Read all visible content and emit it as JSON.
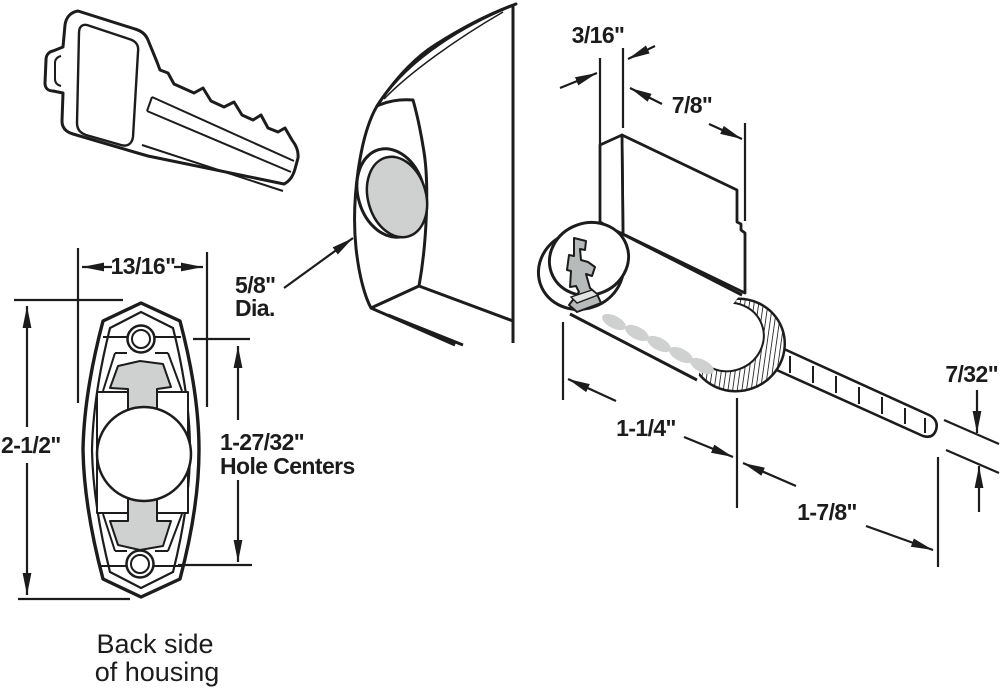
{
  "page": {
    "background": "#ffffff",
    "line_color": "#1c1c1c",
    "shade_color": "#cfd1d1",
    "caption": {
      "line1": "Back side",
      "line2": "of housing"
    },
    "dimensions": {
      "housing_width": "13/16\"",
      "housing_height": "2-1/2\"",
      "hole_centers_value": "1-27/32\"",
      "hole_centers_label": "Hole Centers",
      "hole_diameter_value": "5/8\"",
      "hole_diameter_unit_label": "Dia.",
      "cam_thickness": "3/16\"",
      "cam_width": "7/8\"",
      "cylinder_length": "1-1/4\"",
      "tailpiece_length": "1-7/8\"",
      "tailpiece_width": "7/32\""
    }
  }
}
